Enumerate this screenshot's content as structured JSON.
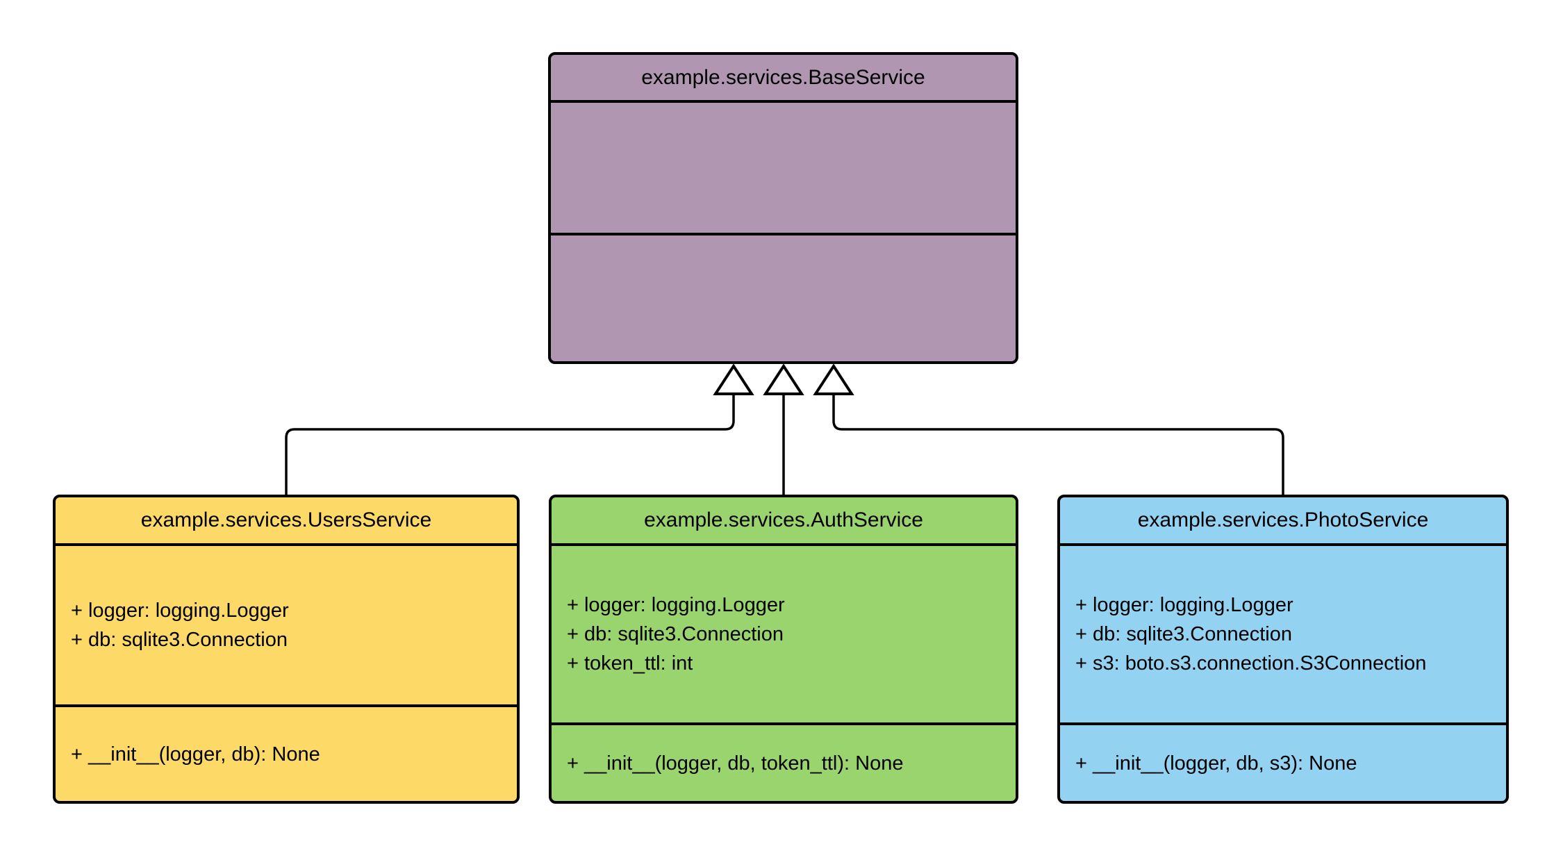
{
  "diagram": {
    "type": "uml-class-diagram",
    "background": "#ffffff",
    "line_color": "#000000",
    "text_color": "#000000",
    "classes": [
      {
        "name": "example.services.BaseService",
        "fill": "#b196b2",
        "attributes": [],
        "methods": []
      },
      {
        "name": "example.services.UsersService",
        "fill": "#fdd968",
        "attributes": [
          "+ logger: logging.Logger",
          "+ db: sqlite3.Connection"
        ],
        "methods": [
          "+ __init__(logger, db): None"
        ]
      },
      {
        "name": "example.services.AuthService",
        "fill": "#9ad46f",
        "attributes": [
          "+ logger: logging.Logger",
          "+ db: sqlite3.Connection",
          "+ token_ttl: int"
        ],
        "methods": [
          "+ __init__(logger, db, token_ttl): None"
        ]
      },
      {
        "name": "example.services.PhotoService",
        "fill": "#94d2f2",
        "attributes": [
          "+ logger: logging.Logger",
          "+ db: sqlite3.Connection",
          "+ s3: boto.s3.connection.S3Connection"
        ],
        "methods": [
          "+ __init__(logger, db, s3): None"
        ]
      }
    ],
    "relations": [
      {
        "type": "generalization",
        "from": "example.services.UsersService",
        "to": "example.services.BaseService"
      },
      {
        "type": "generalization",
        "from": "example.services.AuthService",
        "to": "example.services.BaseService"
      },
      {
        "type": "generalization",
        "from": "example.services.PhotoService",
        "to": "example.services.BaseService"
      }
    ]
  }
}
